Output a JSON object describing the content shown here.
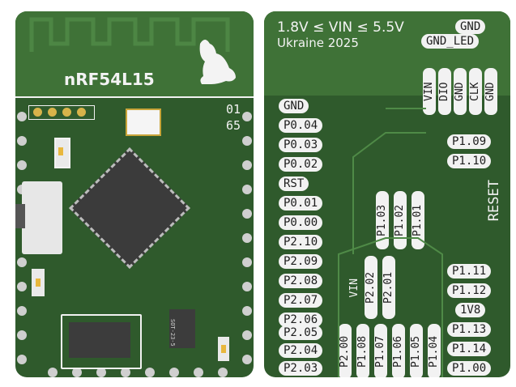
{
  "front": {
    "chip_name": "nRF54L15",
    "corner_code_top": "01",
    "corner_code_bottom": "65",
    "regulator_marking": "SOT-23-5"
  },
  "back": {
    "voltage_range": "1.8V ≤ VIN ≤ 5.5V",
    "origin": "Ukraine 2025",
    "reset_label": "RESET",
    "header_top_right": [
      "GND",
      "GND_LED"
    ],
    "debug_header": [
      "VIN",
      "DIO",
      "GND",
      "CLK",
      "GND"
    ],
    "left_pins": [
      "GND",
      "P0.04",
      "P0.03",
      "P0.02",
      "RST",
      "P0.01",
      "P0.00",
      "P2.10",
      "P2.09",
      "P2.08",
      "P2.07",
      "P2.06",
      "P2.05",
      "P2.04",
      "P2.03"
    ],
    "right_pins": [
      "P1.09",
      "P1.10",
      "P1.11",
      "P1.12",
      "1V8",
      "P1.13",
      "P1.14",
      "P1.00"
    ],
    "inner_vertical_top": [
      "P1.03",
      "P1.02",
      "P1.01"
    ],
    "inner_vertical_mid": [
      "VIN",
      "P2.02",
      "P2.01"
    ],
    "bottom_pins": [
      "P2.00",
      "P1.08",
      "P1.07",
      "P1.06",
      "P1.05",
      "P1.04"
    ]
  },
  "colors": {
    "pcb": "#2f5a2c",
    "copper": "#477c3f",
    "silkscreen": "#f2f2f2",
    "pad": "#cfcfcf",
    "chip": "#3b3b3b"
  }
}
